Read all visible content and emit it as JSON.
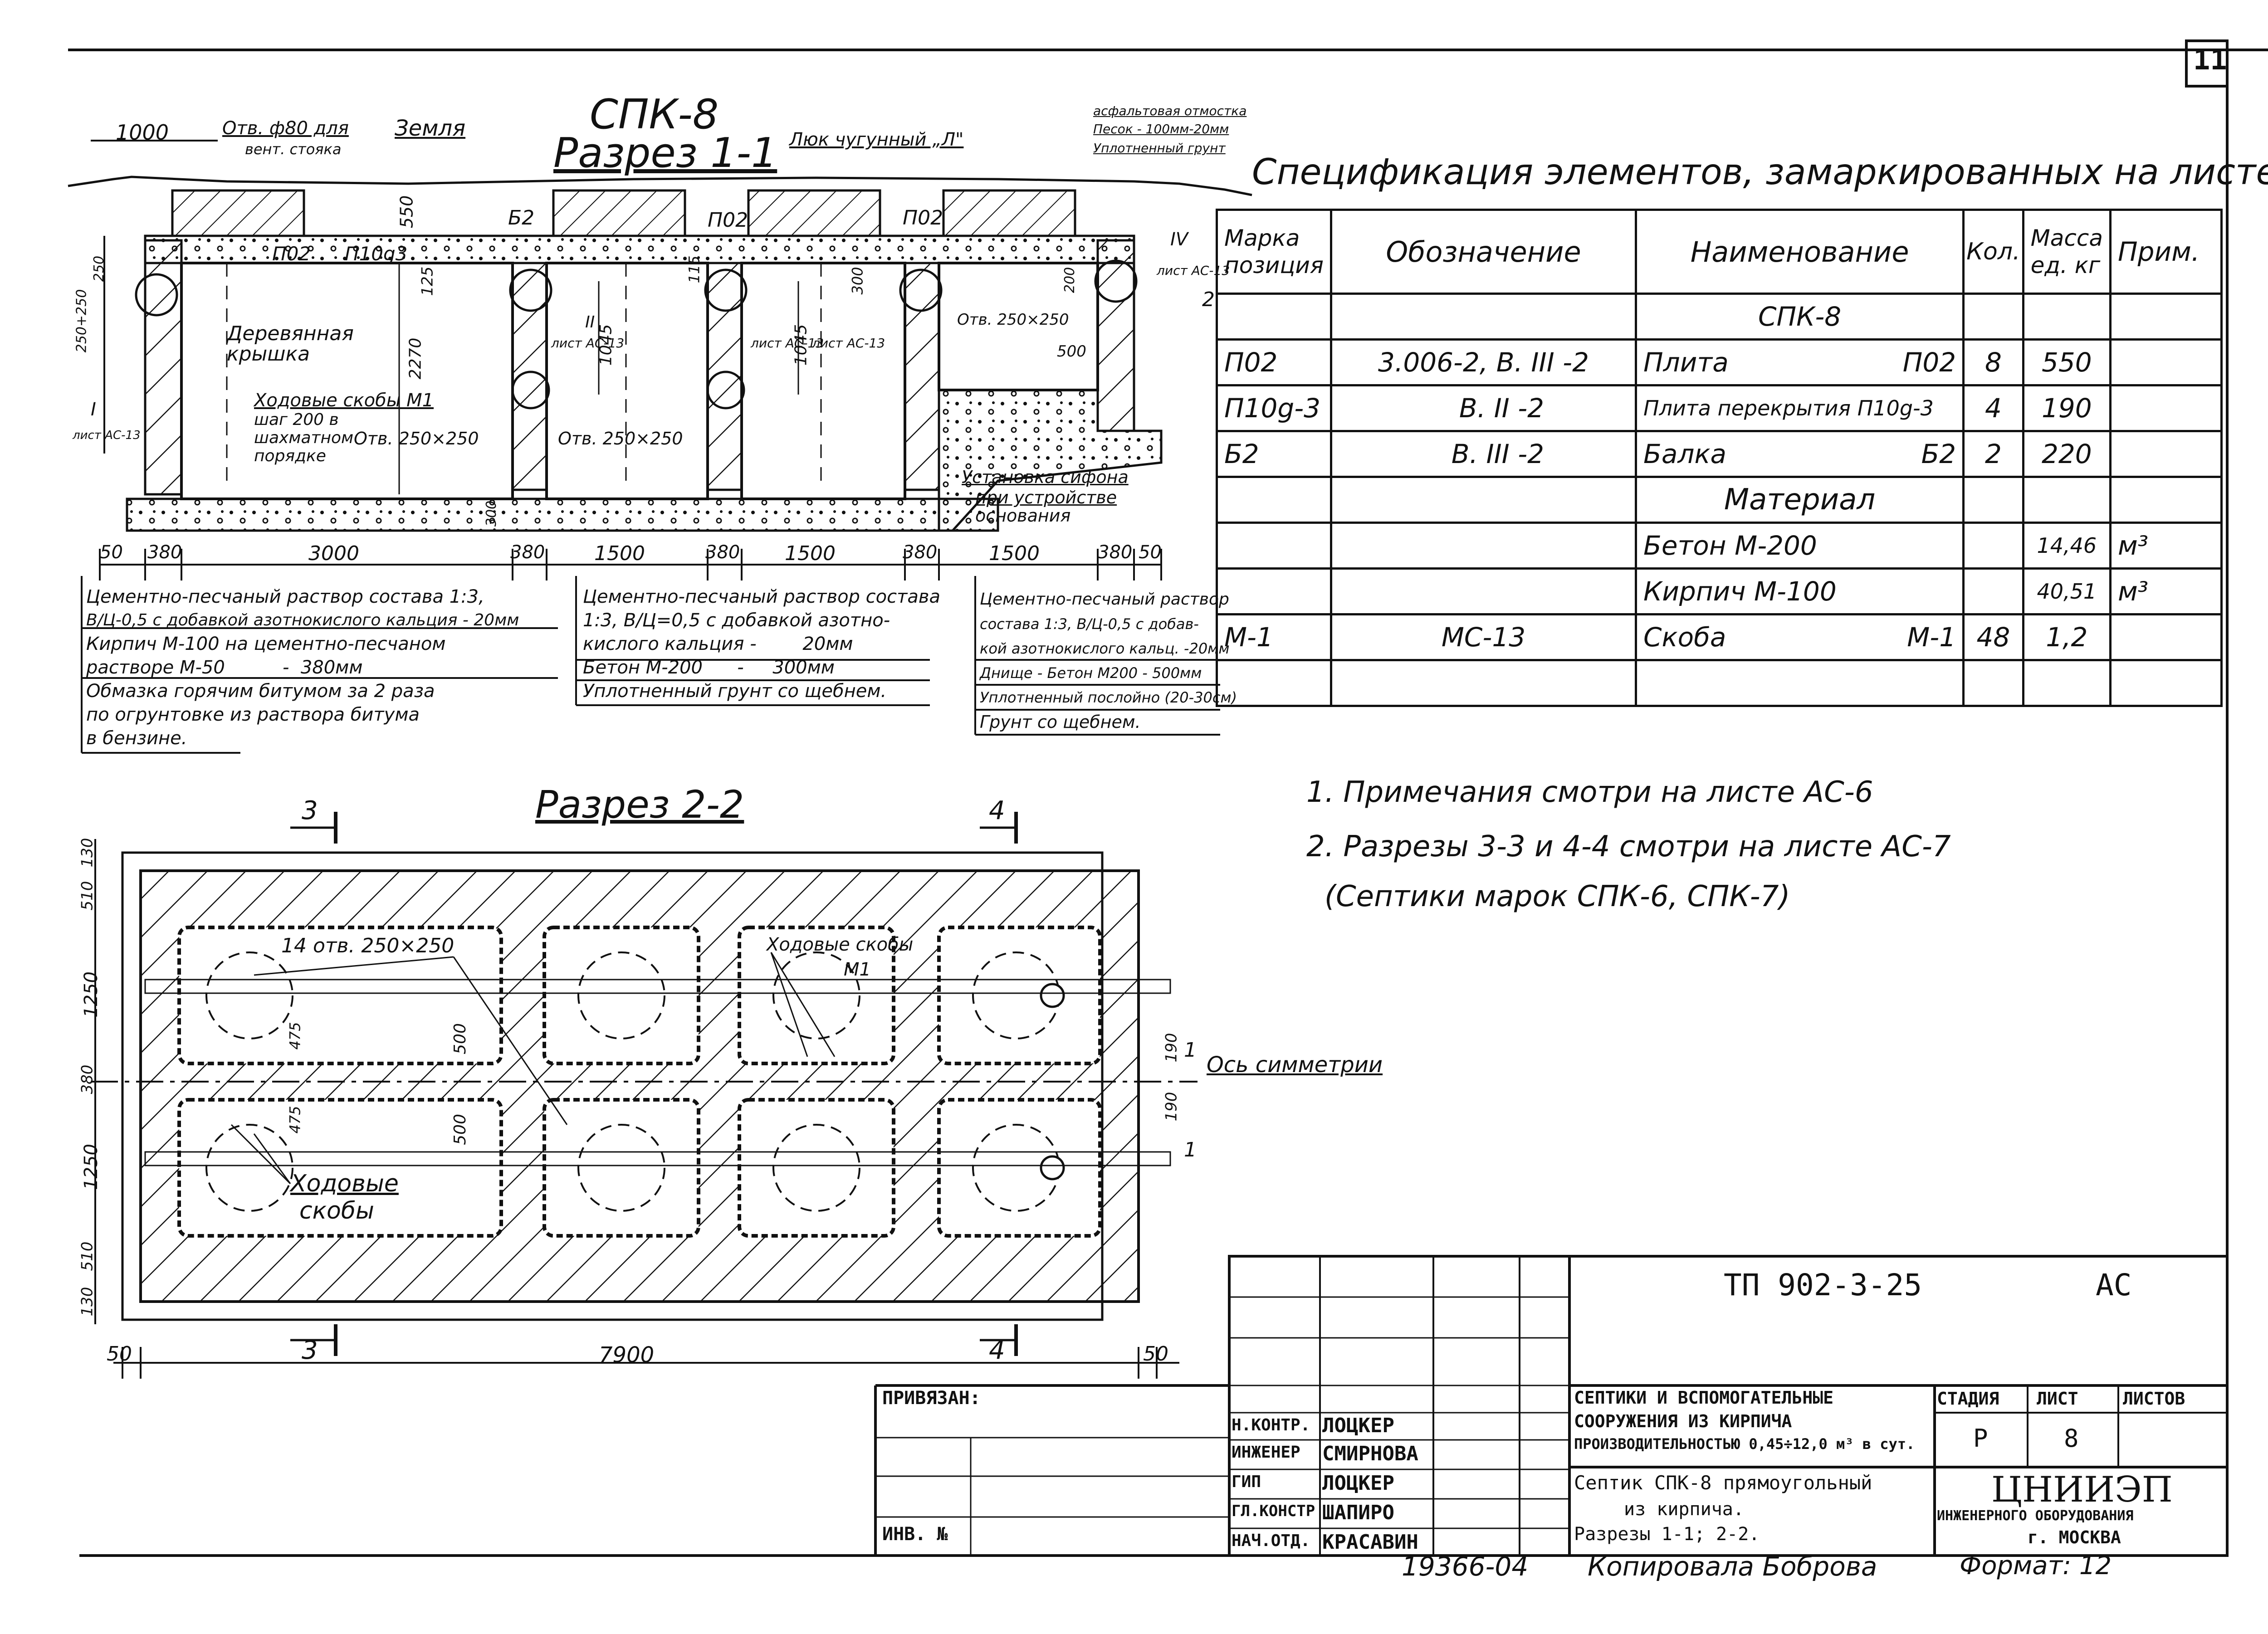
{
  "page_number": "11",
  "section1": {
    "title": "СПК-8",
    "subtitle": "Разрез 1-1",
    "labels": {
      "dim_1000": "1000",
      "vent_hole": "Отв. ф80 для",
      "vent_hole2": "вент. стояка",
      "earth": "Земля",
      "hatch": "Люк чугунный „Л\"",
      "blind_area1": "асфальтовая отмостка",
      "blind_area2": "Песок - 100мм-20мм",
      "blind_area3": "Уплотненный грунт",
      "dim_550": "550",
      "b2": "Б2",
      "p02a": "П02",
      "p02b": "П02",
      "p02c": "П02",
      "p10g3": "П10g3",
      "wood_cover1": "Деревянная",
      "wood_cover2": "крышка",
      "steps1": "Ходовые скобы М1",
      "steps2": "шаг 200 в",
      "steps3": "шахматном",
      "steps4": "порядке",
      "hole_250a": "Отв. 250×250",
      "hole_250b": "Отв. 250×250",
      "hole_250c": "Отв. 250×250",
      "dim_2270": "2270",
      "dim_1045a": "1045",
      "dim_1045b": "1045",
      "dim_125": "125",
      "dim_115": "115",
      "dim_300a": "300",
      "dim_300b": "300",
      "dim_200": "200",
      "dim_250": "250",
      "dim_250x250": "250+250",
      "dim_500": "500",
      "sheet_ref1": "лист АС-13",
      "sheet_ref2": "лист АС-13",
      "sheet_ref3": "лист АС-13",
      "sheet_ref4": "лист АС-13",
      "sheet_ref5": "лист АС-13",
      "mark_II": "II",
      "mark_I": "I",
      "mark_IV": "IV",
      "mark_2": "2",
      "siphon1": "Установка сифона",
      "siphon2": "при устройстве",
      "siphon3": "основания",
      "bottom_dims": [
        "50",
        "380",
        "3000",
        "380",
        "1500",
        "380",
        "1500",
        "380",
        "1500",
        "380",
        "50"
      ]
    },
    "notes_left": [
      "Цементно-песчаный раствор состава 1:3,",
      "В/Ц-0,5 с добавкой азотнокислого кальция - 20мм",
      "Кирпич М-100 на цементно-песчаном",
      "растворе М-50          -  380мм",
      "Обмазка горячим битумом за 2 раза",
      "по огрунтовке из раствора битума",
      "в бензине."
    ],
    "notes_mid": [
      "Цементно-песчаный раствор состава",
      "1:3, В/Ц=0,5 с добавкой азотно-",
      "кислого кальция -        20мм",
      "Бетон М-200      -     300мм",
      "Уплотненный грунт со щебнем."
    ],
    "notes_right": [
      "Цементно-песчаный раствор",
      "состава 1:3, В/Ц-0,5 с добав-",
      "кой азотнокислого кальц. -20мм",
      "Днище - Бетон М200 - 500мм",
      "Уплотненный послойно (20-30см)",
      "Грунт со щебнем."
    ]
  },
  "spec": {
    "title": "Спецификация элементов, замаркированных на листе",
    "headers": [
      "Марка позиция",
      "Обозначение",
      "Наименование",
      "Кол.",
      "Масса ед. кг",
      "Прим."
    ],
    "header_mark1": "Марка",
    "header_mark2": "позиция",
    "header_mass1": "Масса",
    "header_mass2": "ед. кг",
    "group1": "СПК-8",
    "rows1": [
      {
        "mark": "П02",
        "desig": "3.006-2, В. III -2",
        "name": "Плита",
        "name2": "П02",
        "qty": "8",
        "mass": "550",
        "note": ""
      },
      {
        "mark": "П10g-3",
        "desig": "В. II -2",
        "name": "Плита перекрытия",
        "name2": "П10g-3",
        "qty": "4",
        "mass": "190",
        "note": ""
      },
      {
        "mark": "Б2",
        "desig": "В. III -2",
        "name": "Балка",
        "name2": "Б2",
        "qty": "2",
        "mass": "220",
        "note": ""
      }
    ],
    "group2": "Материал",
    "rows2": [
      {
        "name": "Бетон  М-200",
        "mass": "14,46",
        "note": "м³"
      },
      {
        "name": "Кирпич  М-100",
        "mass": "40,51",
        "note": "м³"
      }
    ],
    "rows3": [
      {
        "mark": "М-1",
        "desig": "МС-13",
        "name": "Скоба",
        "name2": "М-1",
        "qty": "48",
        "mass": "1,2",
        "note": ""
      }
    ]
  },
  "notes": [
    "1. Примечания смотри на листе АС-6",
    "2. Разрезы 3-3 и 4-4 смотри на листе АС-7",
    "(Септики марок СПК-6, СПК-7)"
  ],
  "section2": {
    "title": "Разрез 2-2",
    "cut3": "3",
    "cut4": "4",
    "holes": "14 отв. 250×250",
    "steps_top": "Ходовые скобы",
    "steps_top2": "М1",
    "steps_bottom1": "Ходовые",
    "steps_bottom2": "скобы",
    "symmetry": "Ось симметрии",
    "dim_475a": "475",
    "dim_475b": "475",
    "dim_500a": "500",
    "dim_500b": "500",
    "dim_190a": "190",
    "dim_190b": "190",
    "mark_1a": "1",
    "mark_1b": "1",
    "left_dims": [
      "130",
      "510",
      "1250",
      "380",
      "1250",
      "510",
      "130"
    ],
    "bottom_dims": [
      "50",
      "7900",
      "50"
    ]
  },
  "title_block": {
    "project": "ТП 902-3-25",
    "code": "АС",
    "bound": "ПРИВЯЗАН:",
    "inv": "ИНВ. №",
    "roles": [
      {
        "role": "Н.КОНТР.",
        "name": "ЛОЦКЕР"
      },
      {
        "role": "ИНЖЕНЕР",
        "name": "СМИРНОВА"
      },
      {
        "role": "ГИП",
        "name": "ЛОЦКЕР"
      },
      {
        "role": "ГЛ.КОНСТР",
        "name": "ШАПИРО"
      },
      {
        "role": "НАЧ.ОТД.",
        "name": "КРАСАВИН"
      }
    ],
    "description1": "СЕПТИКИ И ВСПОМОГАТЕЛЬНЫЕ",
    "description2": "СООРУЖЕНИЯ ИЗ КИРПИЧА",
    "description3": "ПРОИЗВОДИТЕЛЬНОСТЬЮ 0,45÷12,0 м³ в сут.",
    "sheet_title1": "Септик СПК-8 прямоугольный",
    "sheet_title2": "из кирпича.",
    "sheet_title3": "Разрезы 1-1; 2-2.",
    "stage_h": "СТАДИЯ",
    "sheet_h": "ЛИСТ",
    "sheets_h": "ЛИСТОВ",
    "stage": "Р",
    "sheet": "8",
    "sheets": "",
    "org1": "ЦНИИЭП",
    "org2": "ИНЖЕНЕРНОГО ОБОРУДОВАНИЯ",
    "org3": "г. МОСКВА",
    "archive": "19366-04",
    "copied": "Копировала Боброва",
    "format": "Формат: 12"
  }
}
